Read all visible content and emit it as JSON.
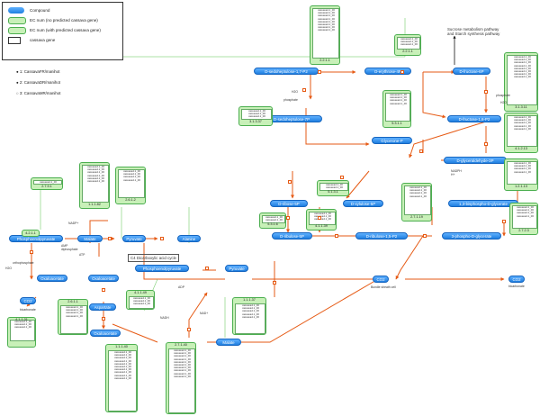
{
  "legend": {
    "items": [
      {
        "label": "Compound",
        "symbol": "compound"
      },
      {
        "label": "EC num (no predicted cassava gene)",
        "symbol": "ec-empty"
      },
      {
        "label": "EC num (with predicted cassava gene)",
        "symbol": "ec-gene"
      },
      {
        "label": "cassava gene",
        "symbol": "gene"
      }
    ],
    "markers": [
      {
        "num": "1",
        "label": "1: CassavaFR/manihot"
      },
      {
        "num": "2",
        "label": "2: CassavaDR/manihot"
      },
      {
        "num": "3",
        "label": "3: CassavaMR/manihot"
      }
    ]
  },
  "colors": {
    "compound": "#2a8cff",
    "ec_fill": "#c8f0b8",
    "ec_border": "#4caf50",
    "arrow": "#e65a14",
    "green_line": "#58c24a"
  },
  "compounds": [
    {
      "id": "sedoheptulose7p",
      "label": "D-sedoheptulose-1,7-P2"
    },
    {
      "id": "erythrose4p",
      "label": "D-erythrose-4P"
    },
    {
      "id": "fructose6p",
      "label": "D-fructose-6P"
    },
    {
      "id": "sedoheptulose7p2",
      "label": "D-sedoheptulose-7P"
    },
    {
      "id": "fructose16p2",
      "label": "D-fructose-1,6-P2"
    },
    {
      "id": "glycerone",
      "label": "Glycerone-P"
    },
    {
      "id": "gap",
      "label": "D-glyceraldehyde-3P"
    },
    {
      "id": "ribose5p",
      "label": "D-ribose-5P"
    },
    {
      "id": "xylulose5p",
      "label": "D-xylulose-5P"
    },
    {
      "id": "ribulose5p",
      "label": "D-ribulose-5P"
    },
    {
      "id": "ribulose15p2",
      "label": "D-ribulose-1,5-P2"
    },
    {
      "id": "bpg13",
      "label": "1,3-bisphospho-D-glycerate"
    },
    {
      "id": "pg3",
      "label": "3-phospho-D-glycerate"
    },
    {
      "id": "malate",
      "label": "Malate"
    },
    {
      "id": "pyruvate",
      "label": "Pyruvate"
    },
    {
      "id": "alanine",
      "label": "Alanine"
    },
    {
      "id": "pep",
      "label": "Phosphoenolpyruvate"
    },
    {
      "id": "oxaloacetate1",
      "label": "Oxaloacetate"
    },
    {
      "id": "oxaloacetate2",
      "label": "Oxaloacetate"
    },
    {
      "id": "aspartate",
      "label": "Aspartate"
    },
    {
      "id": "oxaloacetate3",
      "label": "Oxaloacetate"
    },
    {
      "id": "pep2",
      "label": "Phosphoenolpyruvate"
    },
    {
      "id": "pyruvate2",
      "label": "Pyruvate"
    },
    {
      "id": "malate2",
      "label": "Malate"
    },
    {
      "id": "co2a",
      "label": "CO2"
    },
    {
      "id": "co2b",
      "label": "CO2"
    },
    {
      "id": "co2c",
      "label": "CO2"
    }
  ],
  "ec_nums": [
    {
      "id": "ec3",
      "label": "3.1.3.37"
    },
    {
      "id": "ec2",
      "label": "2.2.1.1"
    },
    {
      "id": "ec1",
      "label": "3.1.3.11"
    },
    {
      "id": "ec4",
      "label": "2.2.1.1"
    },
    {
      "id": "ec5",
      "label": "4.1.2.13"
    },
    {
      "id": "ec6",
      "label": "5.3.1.1"
    },
    {
      "id": "ec7",
      "label": "1.2.1.13"
    },
    {
      "id": "ec8",
      "label": "2.7.1.19"
    },
    {
      "id": "ec9",
      "label": "5.1.3.1"
    },
    {
      "id": "ec10",
      "label": "5.3.1.6"
    },
    {
      "id": "ec11",
      "label": "4.1.1.39"
    },
    {
      "id": "ec12",
      "label": "2.7.2.3"
    },
    {
      "id": "ec13",
      "label": "2.7.9.1"
    },
    {
      "id": "ec14",
      "label": "1.1.1.82"
    },
    {
      "id": "ec15",
      "label": "2.6.1.2"
    },
    {
      "id": "ec16",
      "label": "4.1.1.31"
    },
    {
      "id": "ec17",
      "label": "2.6.1.1"
    },
    {
      "id": "ec18",
      "label": "4.1.1.49"
    },
    {
      "id": "ec19",
      "label": "1.1.1.40"
    },
    {
      "id": "ec20",
      "label": "1.1.1.37"
    },
    {
      "id": "ec21",
      "label": "2.7.1.40"
    },
    {
      "id": "ec22",
      "label": "4.2.1.1"
    }
  ],
  "notes": {
    "sucrose": "Sucrose metabolism pathway\nand Starch synthesis pathway",
    "c4cycle": "C4 Dicarboxylic acid cycle",
    "h2o_a": "H2O",
    "phosphate_a": "phosphate",
    "h2o_b": "H2O",
    "phosphate_b": "phosphate",
    "nadph": "NADPH\nH+",
    "nadp": "NADP+",
    "atp": "ATP",
    "adp": "ADP",
    "nadh": "NADH",
    "nad": "NAD+",
    "amp": "AMP\ndiphosphate",
    "orthophosphate": "orthophosphate",
    "h2o_c": "H2O",
    "bicarbonate": "bicarbonate",
    "bicarbonate2": "bicarbonate",
    "bundle": "Bundle sheath cell"
  }
}
